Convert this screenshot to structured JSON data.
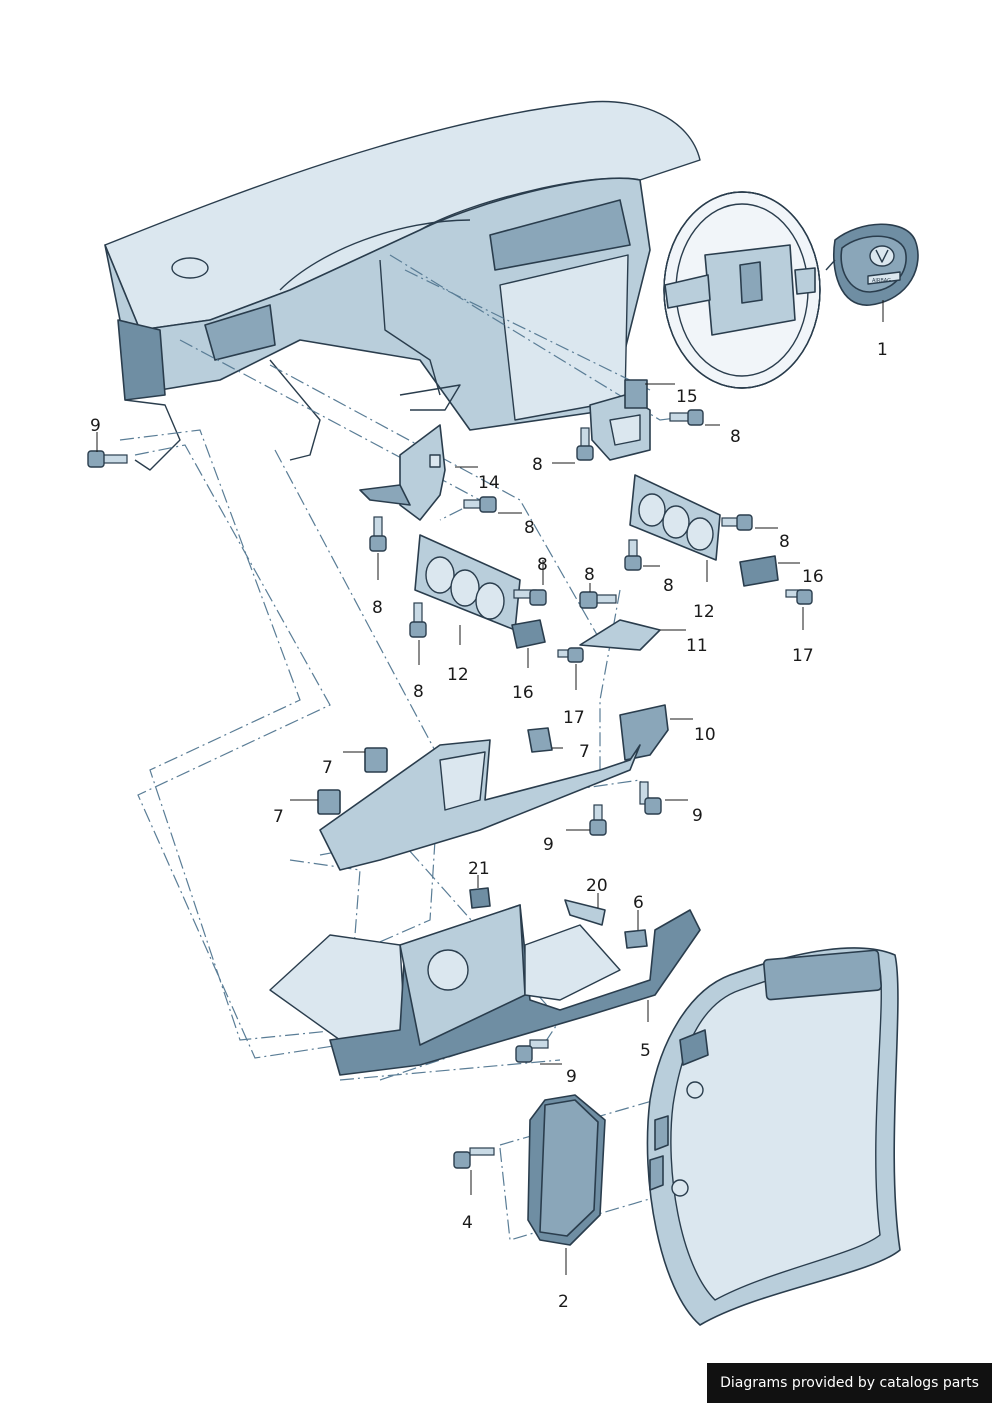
{
  "callouts": [
    {
      "id": "1",
      "text": "1"
    },
    {
      "id": "2",
      "text": "2"
    },
    {
      "id": "4",
      "text": "4"
    },
    {
      "id": "5",
      "text": "5"
    },
    {
      "id": "6",
      "text": "6"
    },
    {
      "id": "7a",
      "text": "7"
    },
    {
      "id": "7b",
      "text": "7"
    },
    {
      "id": "7c",
      "text": "7"
    },
    {
      "id": "8a",
      "text": "8"
    },
    {
      "id": "8b",
      "text": "8"
    },
    {
      "id": "8c",
      "text": "8"
    },
    {
      "id": "8d",
      "text": "8"
    },
    {
      "id": "8e",
      "text": "8"
    },
    {
      "id": "8f",
      "text": "8"
    },
    {
      "id": "8g",
      "text": "8"
    },
    {
      "id": "8h",
      "text": "8"
    },
    {
      "id": "8i",
      "text": "8"
    },
    {
      "id": "9a",
      "text": "9"
    },
    {
      "id": "9b",
      "text": "9"
    },
    {
      "id": "9c",
      "text": "9"
    },
    {
      "id": "9d",
      "text": "9"
    },
    {
      "id": "10",
      "text": "10"
    },
    {
      "id": "11",
      "text": "11"
    },
    {
      "id": "12a",
      "text": "12"
    },
    {
      "id": "12b",
      "text": "12"
    },
    {
      "id": "14",
      "text": "14"
    },
    {
      "id": "15",
      "text": "15"
    },
    {
      "id": "16a",
      "text": "16"
    },
    {
      "id": "16b",
      "text": "16"
    },
    {
      "id": "17a",
      "text": "17"
    },
    {
      "id": "17b",
      "text": "17"
    },
    {
      "id": "20",
      "text": "20"
    },
    {
      "id": "21",
      "text": "21"
    }
  ],
  "footer": {
    "credit": "Diagrams provided by catalogs parts",
    "background": "#111111"
  },
  "airbag_logo": {
    "text": "AIRBAG"
  }
}
